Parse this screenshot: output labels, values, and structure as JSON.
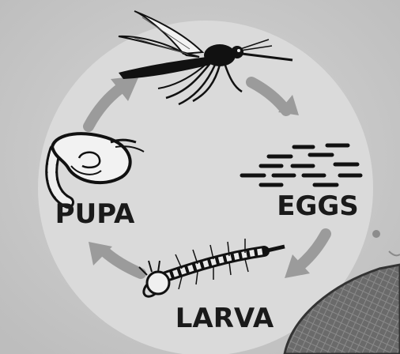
{
  "stages": {
    "adult": {
      "icon": "mosquito-icon"
    },
    "eggs": {
      "label": "EGGS",
      "icon": "eggs-icon"
    },
    "larva": {
      "label": "LARVA",
      "icon": "larva-icon"
    },
    "pupa": {
      "label": "PUPA",
      "icon": "pupa-icon"
    }
  },
  "colors": {
    "background": "#c9c9c9",
    "circle": "#dcdcdc",
    "arrow": "#9b9b9b",
    "ink": "#111111"
  }
}
